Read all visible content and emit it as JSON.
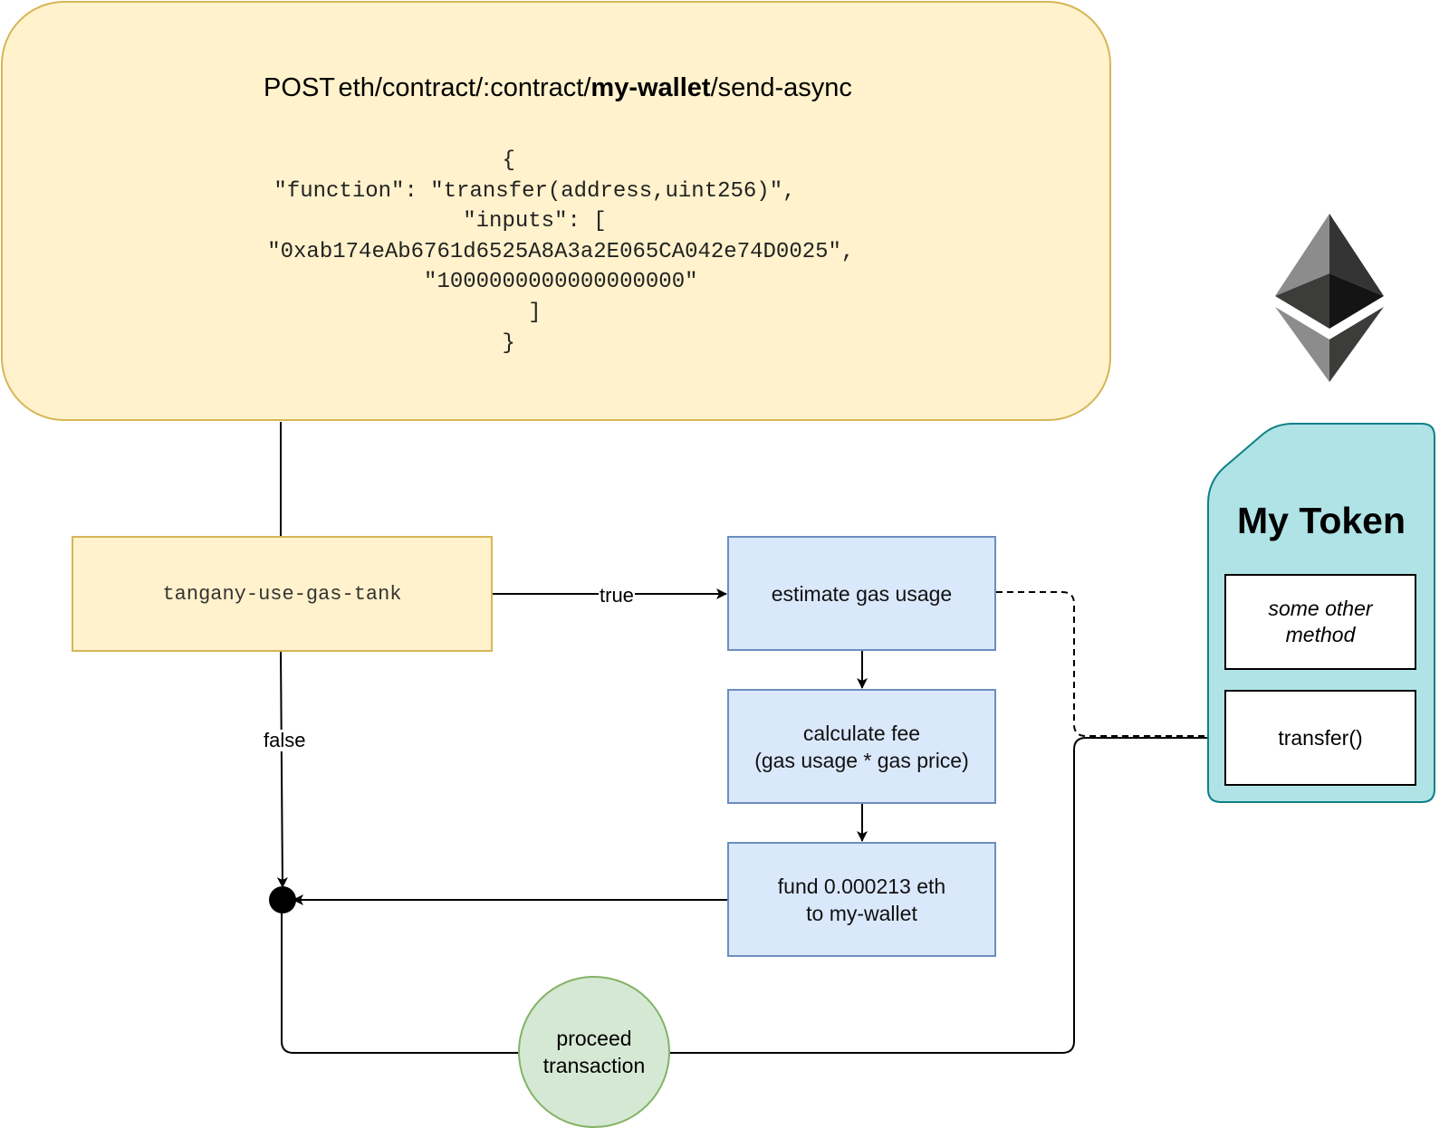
{
  "request": {
    "method": "POST",
    "path_prefix": "eth/contract/:contract/",
    "path_bold": "my-wallet",
    "path_suffix": "/send-async",
    "body_lines": [
      "{",
      "    \"function\": \"transfer(address,uint256)\",",
      "    \"inputs\": [",
      "        \"0xab174eAb6761d6525A8A3a2E065CA042e74D0025\",",
      "        \"1000000000000000000\"",
      "    ]",
      "}"
    ]
  },
  "decision": {
    "label": "tangany-use-gas-tank"
  },
  "edges": {
    "true_label": "true",
    "false_label": "false"
  },
  "steps": [
    {
      "line1": "estimate gas usage",
      "line2": ""
    },
    {
      "line1": "calculate fee",
      "line2": "(gas usage * gas price)"
    },
    {
      "line1": "fund 0.000213 eth",
      "line2": "to my-wallet"
    }
  ],
  "proceed": {
    "line1": "proceed",
    "line2": "transaction"
  },
  "token": {
    "title": "My Token",
    "methods": [
      {
        "line1": "some other",
        "line2": "method"
      },
      {
        "line1": "transfer()",
        "line2": ""
      }
    ]
  },
  "icons": {
    "logo": "ethereum-icon"
  },
  "colors": {
    "request_fill": "#fff2cc",
    "request_stroke": "#d6b656",
    "step_fill": "#dae8fc",
    "step_stroke": "#6c8ebf",
    "proceed_fill": "#d5e8d4",
    "proceed_stroke": "#82b366",
    "token_fill": "#b0e3e6",
    "token_stroke": "#0e8088"
  }
}
